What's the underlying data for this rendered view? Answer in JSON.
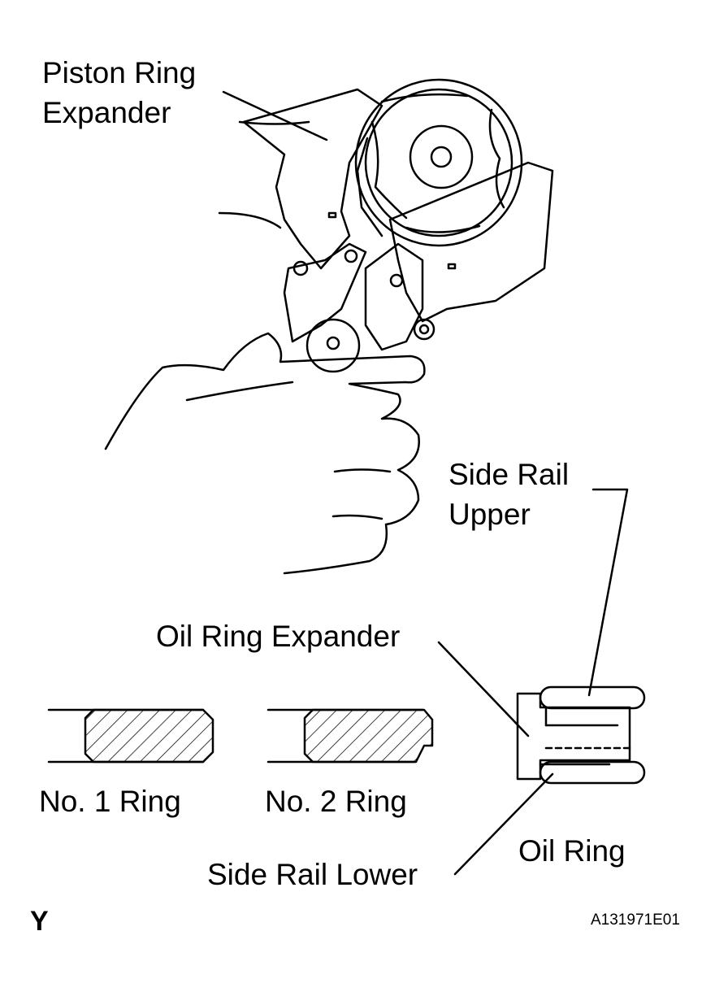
{
  "labels": {
    "piston_ring_expander": [
      "Piston Ring",
      "Expander"
    ],
    "side_rail_upper": [
      "Side Rail",
      "Upper"
    ],
    "oil_ring_expander": "Oil Ring Expander",
    "no1_ring": "No. 1 Ring",
    "no2_ring": "No. 2 Ring",
    "oil_ring": "Oil Ring",
    "side_rail_lower": "Side Rail Lower"
  },
  "corner_mark": "Y",
  "figure_id": "A131971E01",
  "colors": {
    "ink": "#000000",
    "paper": "#ffffff"
  }
}
